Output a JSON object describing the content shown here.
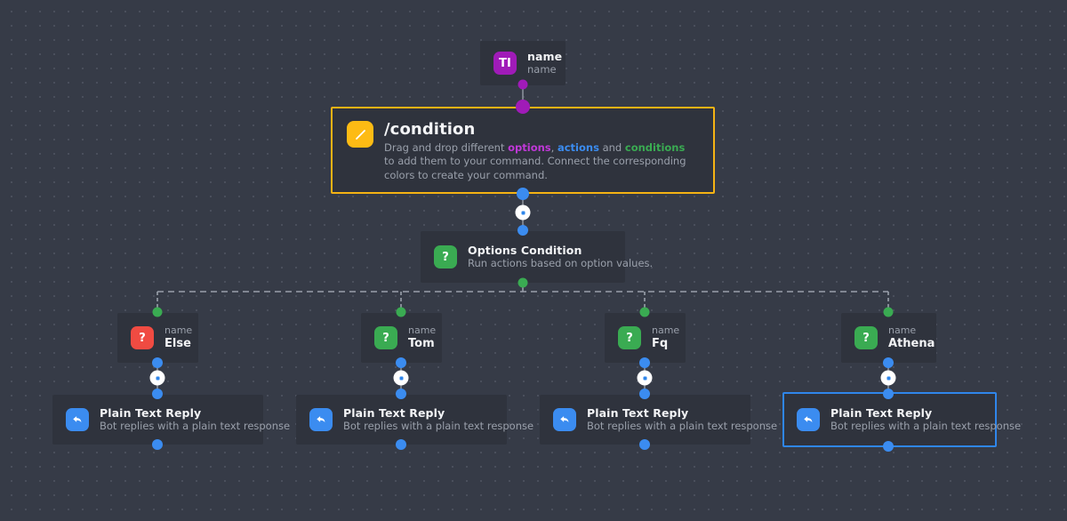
{
  "canvas": {
    "background_color": "#363b47",
    "grid_dot_color": "#4a4f5c"
  },
  "palette": {
    "option_purple": "#a01bb8",
    "action_blue": "#3b8cf0",
    "condition_green": "#3aab52",
    "command_yellow": "#fdbb14",
    "else_red": "#f04b42",
    "node_background": "#2f333d",
    "selected_border": "#2f86eb"
  },
  "nodes": {
    "name_input": {
      "icon_label": "TI",
      "title": "name",
      "subtitle": "name"
    },
    "command": {
      "title": "/condition",
      "description_prefix": "Drag and drop different ",
      "token_options": "options",
      "description_mid1": ", ",
      "token_actions": "actions",
      "description_mid2": " and ",
      "token_conditions": "conditions",
      "description_suffix": " to add them to your command. Connect the corresponding colors to create your command."
    },
    "options_condition": {
      "icon_label": "?",
      "title": "Options Condition",
      "subtitle": "Run actions based on option values."
    },
    "options": [
      {
        "icon_label": "?",
        "icon_color": "red",
        "label": "name",
        "value": "Else"
      },
      {
        "icon_label": "?",
        "icon_color": "green",
        "label": "name",
        "value": "Tom"
      },
      {
        "icon_label": "?",
        "icon_color": "green",
        "label": "name",
        "value": "Fq"
      },
      {
        "icon_label": "?",
        "icon_color": "green",
        "label": "name",
        "value": "Athena"
      }
    ],
    "replies": [
      {
        "title": "Plain Text Reply",
        "subtitle": "Bot replies with a plain text response",
        "selected": false
      },
      {
        "title": "Plain Text Reply",
        "subtitle": "Bot replies with a plain text response",
        "selected": false
      },
      {
        "title": "Plain Text Reply",
        "subtitle": "Bot replies with a plain text response",
        "selected": false
      },
      {
        "title": "Plain Text Reply",
        "subtitle": "Bot replies with a plain text response",
        "selected": true
      }
    ]
  }
}
